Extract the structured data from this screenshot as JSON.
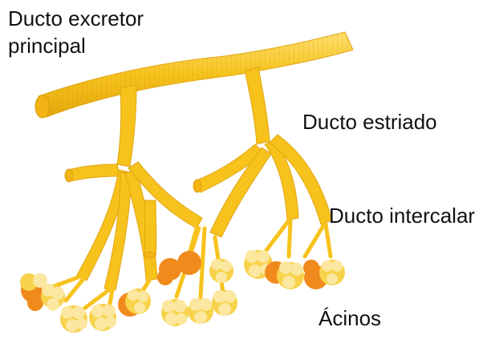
{
  "labels": {
    "main_duct_line1": "Ducto excretor",
    "main_duct_line2": "principal",
    "striated_duct": "Ducto estriado",
    "intercalated_duct": "Ducto intercalar",
    "acini": "Ácinos"
  },
  "colors": {
    "duct": "#f7c21c",
    "duct_dark": "#d99a0a",
    "duct_light": "#fde58a",
    "acinus_orange": "#f08a1c",
    "acinus_yellow": "#f7d24a",
    "acinus_cell": "#fbe7a0"
  }
}
